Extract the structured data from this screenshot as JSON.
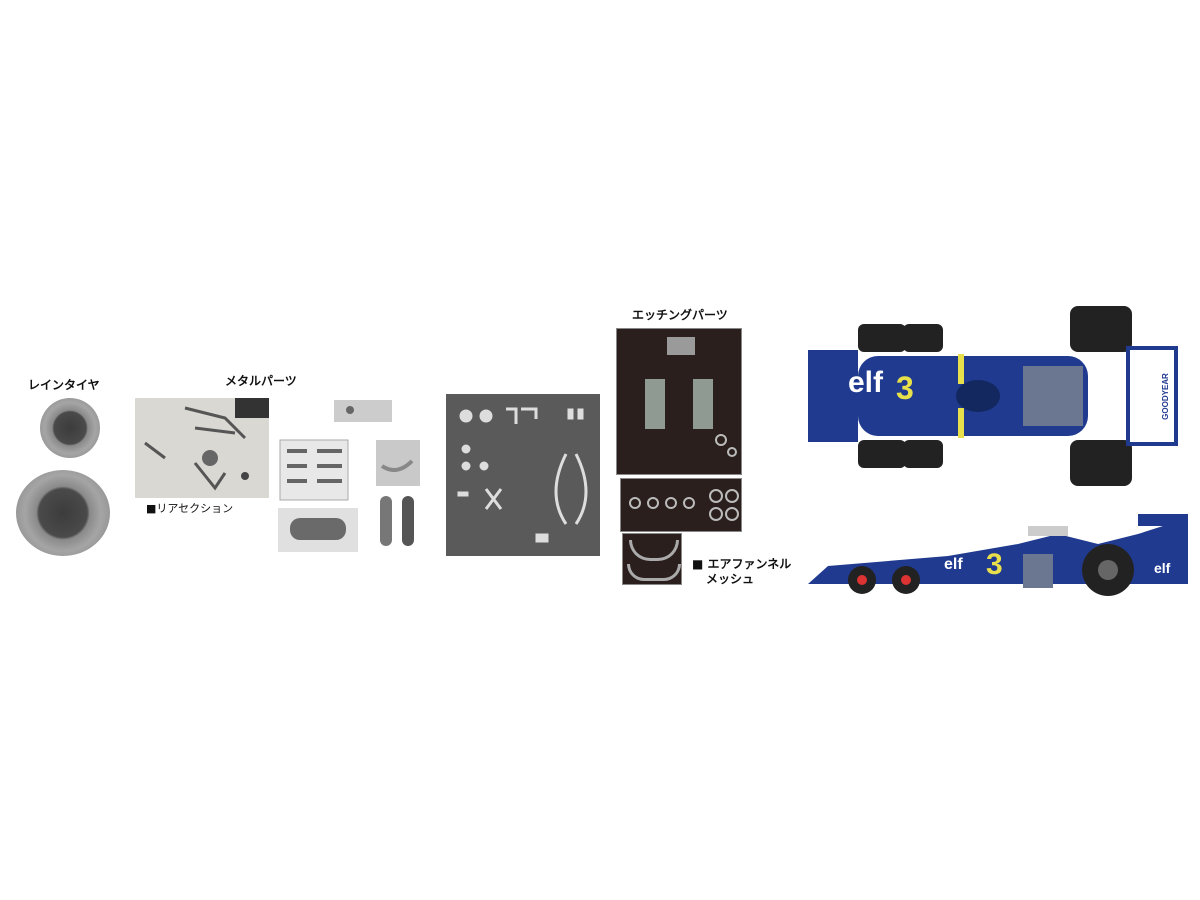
{
  "rain_tires": {
    "label": "レインタイヤ"
  },
  "metal_parts": {
    "label": "メタルパーツ",
    "rear_section_caption": "■リアセクション"
  },
  "etching_parts": {
    "label": "エッチングパーツ",
    "air_funnel_caption_line1": "■ エアファンネル",
    "air_funnel_caption_line2": "メッシュ"
  },
  "car": {
    "sponsor": "elf",
    "number": "3",
    "tire_brand": "GOODYEAR",
    "body_color": "#1f3a8f",
    "accent_color": "#e8e04a"
  }
}
